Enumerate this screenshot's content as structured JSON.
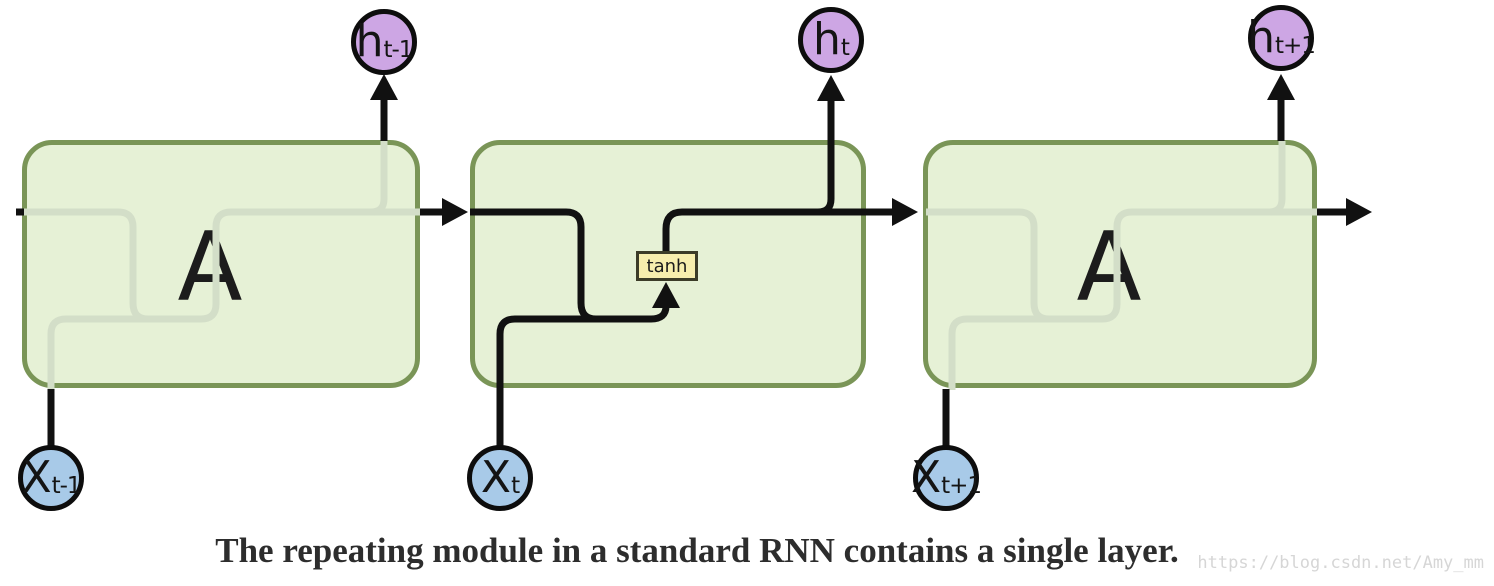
{
  "figure": {
    "caption": "The repeating module in a standard RNN contains a single layer.",
    "watermark": "https://blog.csdn.net/Amy_mm"
  },
  "modules": {
    "left": {
      "label": "A"
    },
    "middle": {
      "activation_label": "tanh"
    },
    "right": {
      "label": "A"
    }
  },
  "nodes": {
    "h_prev": {
      "main": "h",
      "sub": "t-1"
    },
    "h_t": {
      "main": "h",
      "sub": "t"
    },
    "h_next": {
      "main": "h",
      "sub": "t+1"
    },
    "x_prev": {
      "main": "X",
      "sub": "t-1"
    },
    "x_t": {
      "main": "X",
      "sub": "t"
    },
    "x_next": {
      "main": "X",
      "sub": "t+1"
    }
  },
  "colors": {
    "module_fill": "#e6f1d6",
    "module_border": "#7a9557",
    "ghost_line": "#d3dec8",
    "flow_line": "#111111",
    "hidden_state_fill": "#cda6e4",
    "input_fill": "#a8cae8",
    "tanh_fill": "#f7eeae",
    "tanh_border": "#3c3c28",
    "caption_color": "#2d2d2d",
    "watermark_color": "#d6d6d6"
  }
}
